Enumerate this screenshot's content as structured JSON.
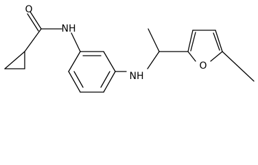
{
  "molecule": {
    "atoms": {
      "carbonyl_oxygen": "O",
      "amide_nitrogen": "NH",
      "amine_nitrogen": "NH",
      "furan_oxygen": "O"
    }
  }
}
